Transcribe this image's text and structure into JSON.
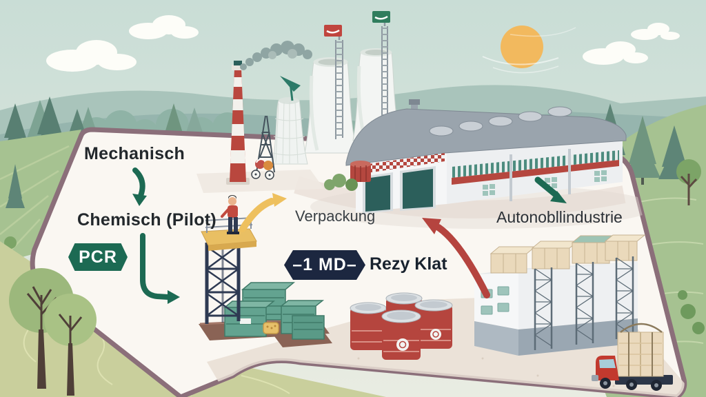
{
  "labels": {
    "mechanisch": "Mechanisch",
    "chemisch": "Chemisch (Pilot)",
    "verpackung": "Verpackung",
    "rezyklat": "Rezy Klat",
    "automobilindustrie": "Autonobllindustrie"
  },
  "badges": {
    "pcr": {
      "text": "PCR",
      "bg": "#1c6a53",
      "fg": "#ffffff"
    },
    "minus_one_md": {
      "text": "–1 MD–",
      "bg": "#1c2740",
      "fg": "#ffffff"
    }
  },
  "colors": {
    "accent_green": "#1c6a53",
    "arrow_red": "#b5443f",
    "arrow_yellow": "#eec05e",
    "panel_border": "#8b6f7a",
    "panel_fill": "#faf7f2",
    "barrel_red": "#b5453e",
    "ground_olive": "#c9cf9c",
    "sky": "#cfe0d9",
    "text_dark": "#23282c"
  },
  "icons": [
    "sun-icon",
    "cloud-icon",
    "flag-red-icon",
    "flag-green-icon",
    "arrow-down-green-icon",
    "arrow-elbow-green-icon",
    "arrow-diagonal-green-icon",
    "arrow-curved-yellow-icon",
    "arrow-curved-red-icon"
  ]
}
